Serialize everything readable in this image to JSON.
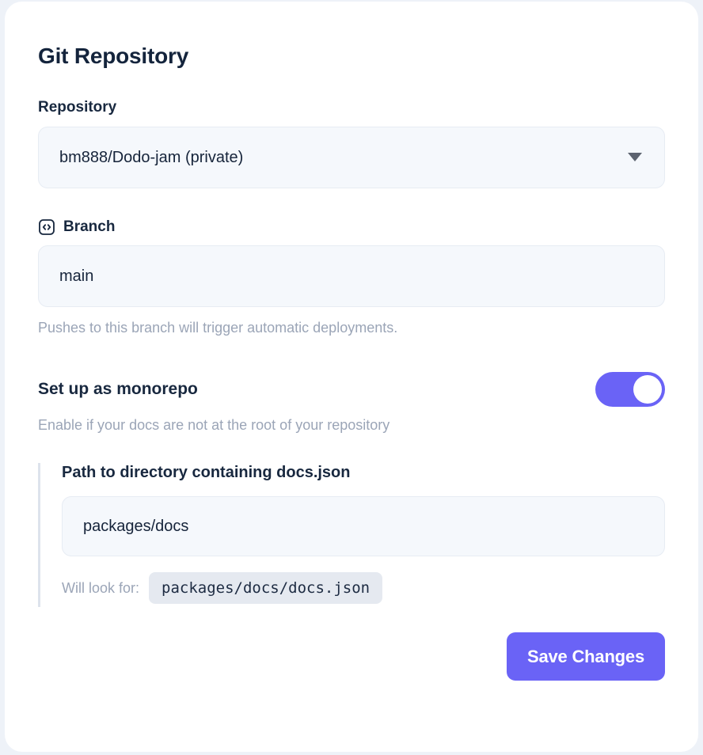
{
  "card": {
    "title": "Git Repository"
  },
  "repository": {
    "label": "Repository",
    "selected": "bm888/Dodo-jam (private)",
    "options": [
      "bm888/Dodo-jam (private)"
    ],
    "caret_icon": "chevron-down-icon"
  },
  "branch": {
    "icon": "code-brackets-icon",
    "label": "Branch",
    "value": "main",
    "placeholder": "main",
    "helper": "Pushes to this branch will trigger automatic deployments."
  },
  "monorepo": {
    "title": "Set up as monorepo",
    "subtext": "Enable if your docs are not at the root of your repository",
    "enabled": true,
    "toggle_color": "#6a63f6",
    "panel": {
      "heading": "Path to directory containing docs.json",
      "path_value": "packages/docs",
      "path_placeholder": "packages/docs",
      "will_look_label": "Will look for:",
      "will_look_value": "packages/docs/docs.json"
    }
  },
  "footer": {
    "save_label": "Save Changes",
    "save_color": "#6a63f6"
  }
}
